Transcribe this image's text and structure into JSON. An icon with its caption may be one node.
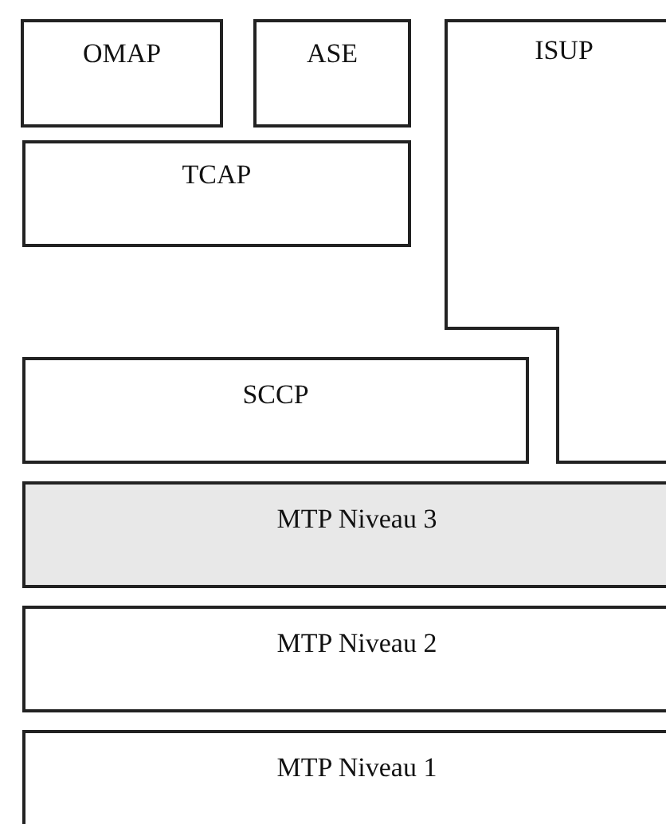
{
  "diagram": {
    "nodes": [
      {
        "text": [
          "OMAP"
        ]
      },
      {
        "text": [
          "ASE"
        ]
      },
      {
        "text": [
          "ISUP"
        ]
      },
      {
        "text": [
          "TCAP"
        ]
      },
      {
        "text": [
          "SCCP"
        ]
      },
      {
        "text": [
          "MTP Niveau 3"
        ]
      },
      {
        "text": [
          "MTP Niveau 2"
        ]
      },
      {
        "text": [
          "MTP Niveau 1"
        ]
      }
    ]
  }
}
